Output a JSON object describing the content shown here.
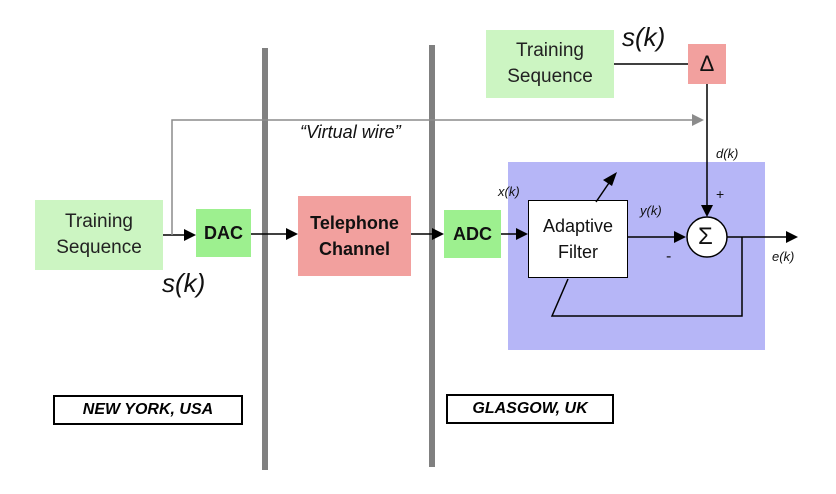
{
  "blocks": {
    "training_left": "Training\nSequence",
    "training_top": "Training\nSequence",
    "dac": "DAC",
    "channel": "Telephone\nChannel",
    "adc": "ADC",
    "adaptive_filter": "Adaptive\nFilter",
    "delta": "Δ",
    "summer": "Σ"
  },
  "signals": {
    "s_left": "s(k)",
    "s_top": "s(k)",
    "virtual_wire": "“Virtual wire”",
    "x": "x(k)",
    "y": "y(k)",
    "d": "d(k)",
    "e": "e(k)",
    "plus": "+",
    "minus": "-"
  },
  "places": {
    "left": "NEW YORK, USA",
    "right": "GLASGOW, UK"
  },
  "colors": {
    "adaptive_region": "#b6b6f7",
    "training_block": "#ccf5c2",
    "converter_block": "#9df08f",
    "channel_block": "#f2a09e",
    "divider": "#808080",
    "wire": "#000000",
    "virtual_wire": "#8c8c8c"
  }
}
